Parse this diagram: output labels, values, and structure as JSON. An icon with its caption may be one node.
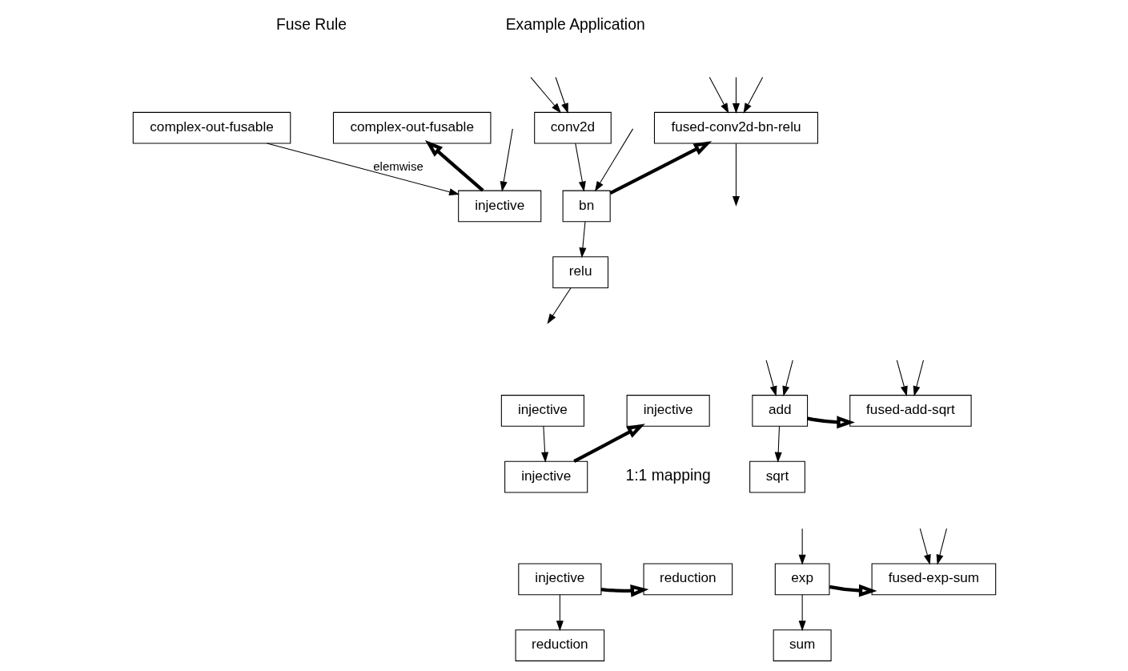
{
  "diagram": {
    "nodes": [
      {
        "text": [
          "complex-out-fusable"
        ]
      },
      {
        "text": [
          "injective"
        ]
      },
      {
        "text": [
          "complex-out-fusable"
        ]
      },
      {
        "text": [
          "conv2d"
        ]
      },
      {
        "text": [
          "bn"
        ]
      },
      {
        "text": [
          "relu"
        ]
      },
      {
        "text": [
          "fused-conv2d-bn-relu"
        ]
      },
      {
        "text": [
          "injective"
        ]
      },
      {
        "text": [
          "injective"
        ]
      },
      {
        "text": [
          "injective"
        ],
        "beside": [
          "1:1 mapping"
        ]
      },
      {
        "text": [
          "add"
        ]
      },
      {
        "text": [
          "sqrt"
        ]
      },
      {
        "text": [
          "fused-add-sqrt"
        ]
      },
      {
        "text": [
          "injective"
        ]
      },
      {
        "text": [
          "reduction"
        ]
      },
      {
        "text": [
          "reduction"
        ]
      },
      {
        "text": [
          "exp"
        ]
      },
      {
        "text": [
          "sum"
        ]
      },
      {
        "text": [
          "fused-exp-sum"
        ]
      }
    ],
    "edges": [
      {
        "from": 0,
        "to": 1,
        "arrow": "to",
        "label": "elemwise"
      },
      {
        "from": null,
        "to": 1,
        "arrow": "to"
      },
      {
        "from": 1,
        "to": 2,
        "arrow": "to",
        "style": "thick"
      },
      {
        "from": null,
        "to": 3,
        "arrow": "to"
      },
      {
        "from": null,
        "to": 3,
        "arrow": "to"
      },
      {
        "from": 3,
        "to": 4,
        "arrow": "to"
      },
      {
        "from": null,
        "to": 4,
        "arrow": "to"
      },
      {
        "from": 4,
        "to": 5,
        "arrow": "to"
      },
      {
        "from": 5,
        "to": null,
        "arrow": "to"
      },
      {
        "from": 4,
        "to": 6,
        "arrow": "to",
        "style": "thick"
      },
      {
        "from": 6,
        "to": null,
        "arrow": "to"
      },
      {
        "from": null,
        "to": 6,
        "arrow": "to"
      },
      {
        "from": null,
        "to": 6,
        "arrow": "to"
      },
      {
        "from": null,
        "to": 6,
        "arrow": "to"
      },
      {
        "from": 7,
        "to": 8,
        "arrow": "to"
      },
      {
        "from": 8,
        "to": 9,
        "arrow": "to",
        "style": "thick"
      },
      {
        "from": null,
        "to": 10,
        "arrow": "to"
      },
      {
        "from": null,
        "to": 10,
        "arrow": "to"
      },
      {
        "from": 10,
        "to": 11,
        "arrow": "to"
      },
      {
        "from": 10,
        "to": 12,
        "arrow": "to",
        "style": "thick"
      },
      {
        "from": null,
        "to": 12,
        "arrow": "to"
      },
      {
        "from": null,
        "to": 12,
        "arrow": "to"
      },
      {
        "from": 13,
        "to": 14,
        "arrow": "to"
      },
      {
        "from": 13,
        "to": 15,
        "arrow": "to",
        "style": "thick"
      },
      {
        "from": null,
        "to": 16,
        "arrow": "to"
      },
      {
        "from": 16,
        "to": 17,
        "arrow": "to"
      },
      {
        "from": 16,
        "to": 18,
        "arrow": "to",
        "style": "thick"
      },
      {
        "from": null,
        "to": 18,
        "arrow": "to"
      },
      {
        "from": null,
        "to": 18,
        "arrow": "to"
      }
    ],
    "labels": [
      "Fuse Rule",
      "Example Application"
    ]
  }
}
